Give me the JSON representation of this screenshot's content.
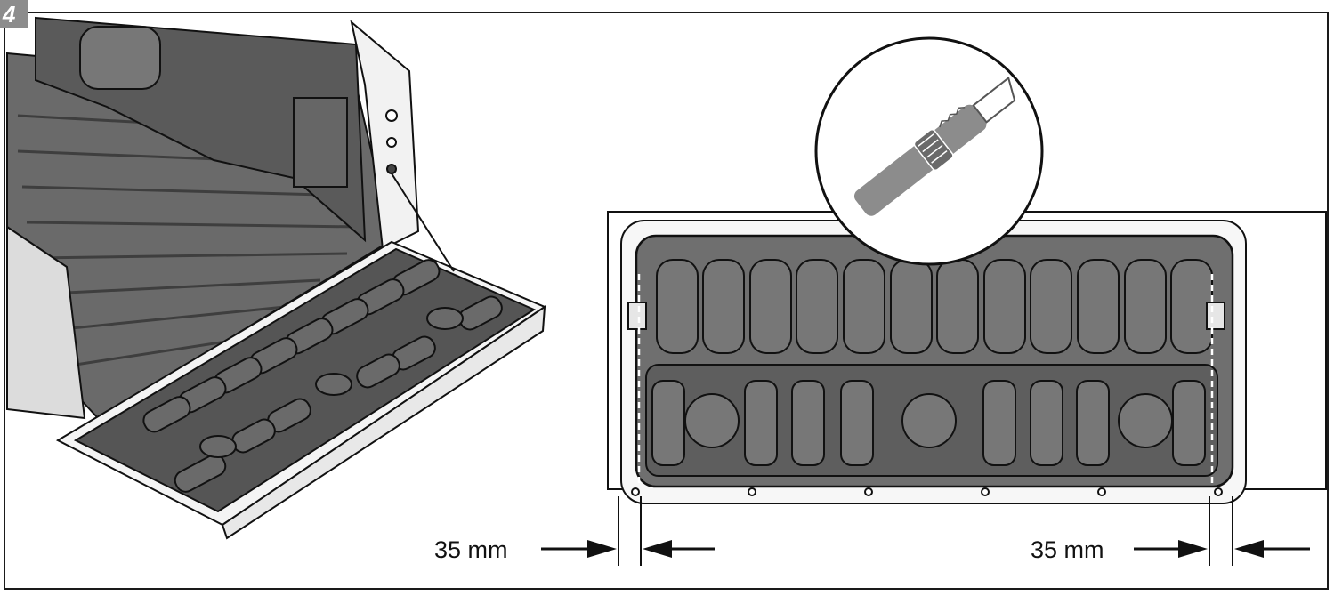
{
  "step": {
    "number": "4"
  },
  "dimensions": {
    "left": "35 mm",
    "right": "35 mm"
  },
  "colors": {
    "liner": "#6f6f6f",
    "liner_dark": "#4d4d4d",
    "outline": "#111111",
    "badge": "#8c8c8c",
    "cut_line": "#ffffff"
  },
  "icons": [
    "utility-knife-icon"
  ]
}
